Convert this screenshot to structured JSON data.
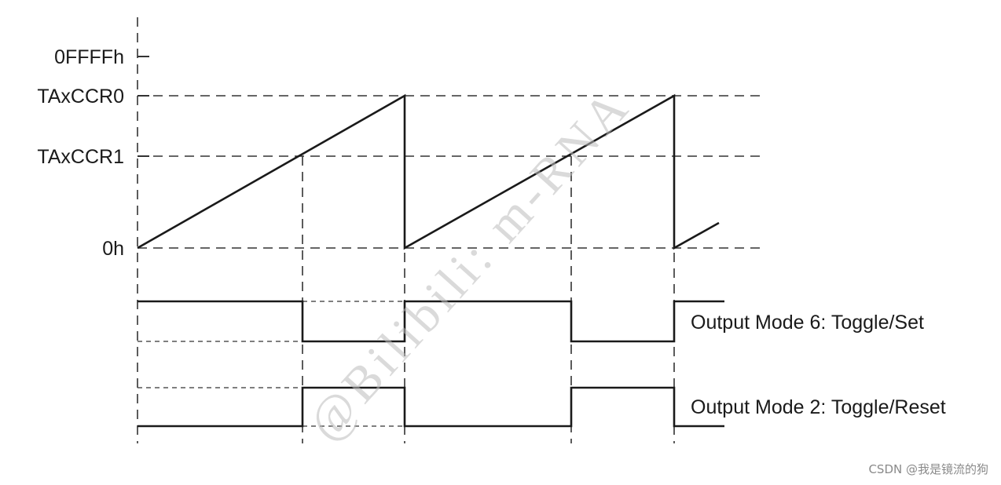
{
  "levels": {
    "max": "0FFFFh",
    "ccr0": "TAxCCR0",
    "ccr1": "TAxCCR1",
    "zero": "0h"
  },
  "outputs": {
    "mode6": "Output Mode 6: Toggle/Set",
    "mode2": "Output Mode 2: Toggle/Reset"
  },
  "watermark": "@Bilibili: m-RNA",
  "credit": "CSDN @我是镜流的狗",
  "colors": {
    "line": "#1a1a1a",
    "watermark": "#bdbdbd",
    "credit": "#8a8a8a"
  }
}
